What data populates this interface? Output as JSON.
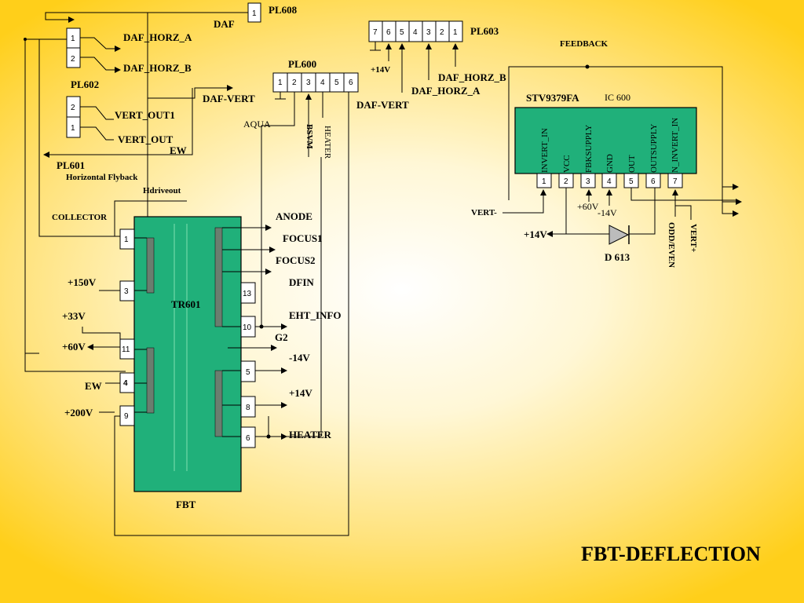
{
  "title": "FBT-DEFLECTION",
  "connectors": {
    "pl608": "PL608",
    "pl602": "PL602",
    "pl601": "PL601",
    "pl600": "PL600",
    "pl603": "PL603"
  },
  "labels": {
    "daf": "DAF",
    "daf_horz_a": "DAF_HORZ_A",
    "daf_horz_b": "DAF_HORZ_B",
    "daf_vert": "DAF-VERT",
    "vert_out1": "VERT_OUT1",
    "vert_out": "VERT_OUT",
    "ew": "EW",
    "horizontal_flyback": "Horizontal Flyback",
    "hdriveout": "Hdriveout",
    "collector": "COLLECTOR",
    "aqua": "AQUA",
    "bsvm": "BSVM",
    "heater": "HEATER",
    "plus14v": "+14V",
    "daf_horz_b2": "DAF_HORZ_B",
    "daf_horz_a2": "DAF_HORZ_A",
    "daf_vert2": "DAF-VERT",
    "feedback": "FEEDBACK",
    "anode": "ANODE",
    "focus1": "FOCUS1",
    "focus2": "FOCUS2",
    "dfin": "DFIN",
    "eht_info": "EHT_INFO",
    "g2": "G2",
    "minus14v": "-14V",
    "plus14v_out": "+14V",
    "heater_out": "HEATER",
    "plus150v": "+150V",
    "plus33v": "+33V",
    "plus60v": "+60V",
    "ew_left": "EW",
    "plus200v": "+200V",
    "tr601": "TR601",
    "fbt": "FBT",
    "stv": "STV9379FA",
    "ic600": "IC 600",
    "vert_minus": "VERT-",
    "ic_plus60v": "+60V",
    "ic_minus14v": "-14V",
    "ic_plus14v": "+14V",
    "d613": "D 613",
    "odd_even": "ODD/EVEN",
    "vert_plus": "VERT+"
  },
  "pins": {
    "pl608": [
      "1"
    ],
    "pl602": [
      "1",
      "2"
    ],
    "pl601": [
      "2",
      "1"
    ],
    "pl600": [
      "1",
      "2",
      "3",
      "4",
      "5",
      "6"
    ],
    "pl603": [
      "7",
      "6",
      "5",
      "4",
      "3",
      "2",
      "1"
    ],
    "fbt_left": [
      "1",
      "3",
      "11",
      "4",
      "9"
    ],
    "fbt_right": [
      "13",
      "10",
      "5",
      "8",
      "6"
    ],
    "ic600": [
      "1",
      "2",
      "3",
      "4",
      "5",
      "6",
      "7"
    ]
  },
  "ic600_pin_names": [
    "INVERT_IN",
    "VCC",
    "FBKSUPPLY",
    "GND",
    "OUT",
    "OUTSUPPLY",
    "N_INVERT_IN"
  ]
}
